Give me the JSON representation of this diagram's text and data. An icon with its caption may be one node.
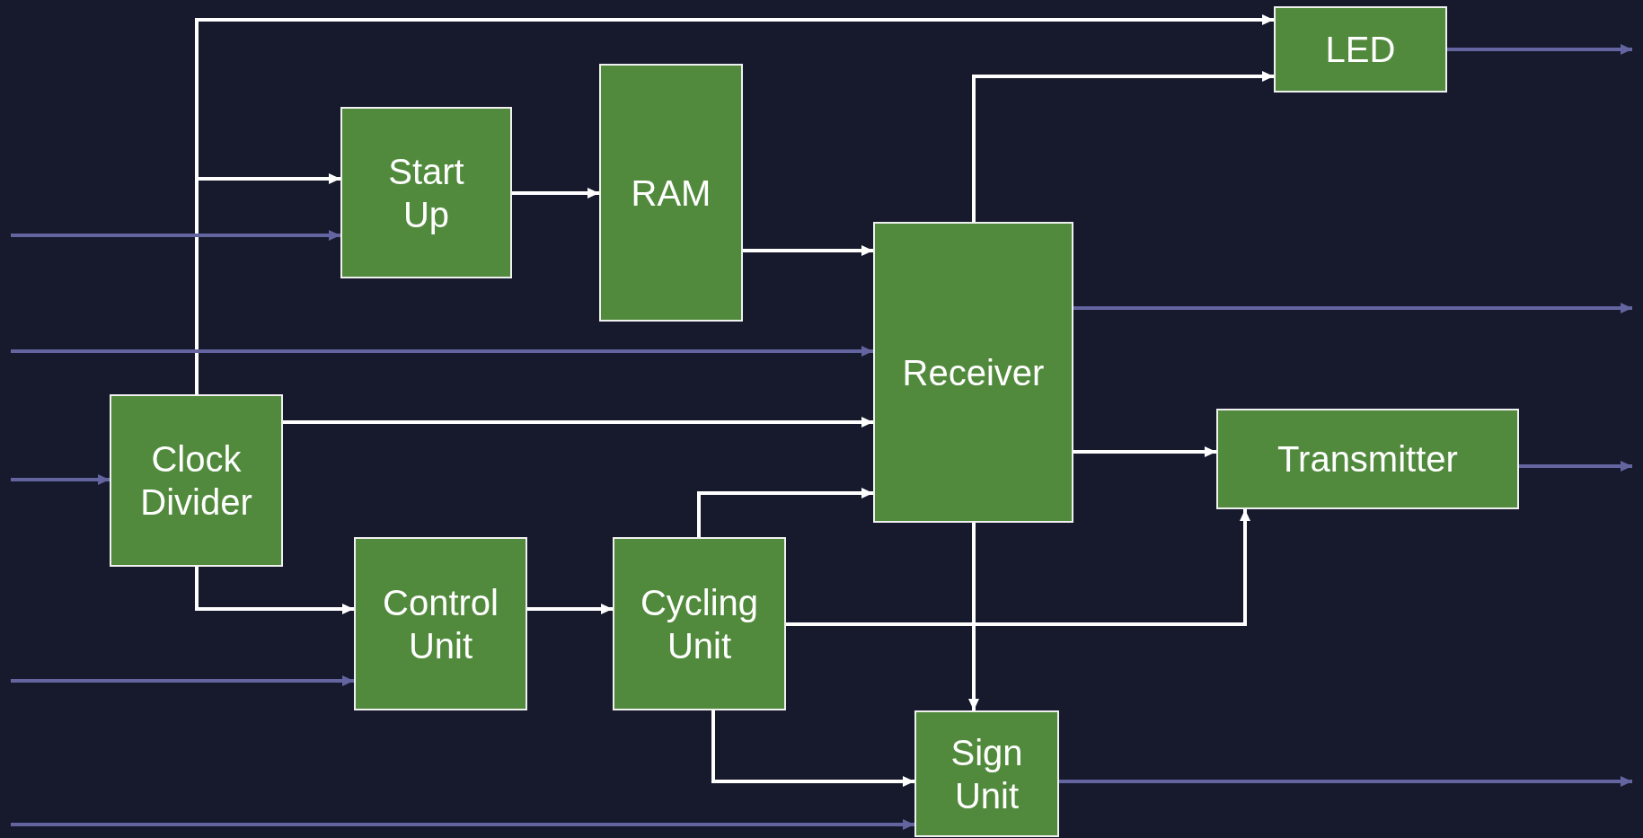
{
  "diagram": {
    "nodes": [
      {
        "text": [
          "LED"
        ]
      },
      {
        "text": [
          "Start Up"
        ]
      },
      {
        "text": [
          "RAM"
        ]
      },
      {
        "text": [
          "Receiver"
        ]
      },
      {
        "text": [
          "Clock Divider"
        ]
      },
      {
        "text": [
          "Transmitter"
        ]
      },
      {
        "text": [
          "Control Unit"
        ]
      },
      {
        "text": [
          "Cycling Unit"
        ]
      },
      {
        "text": [
          "Sign Unit"
        ]
      }
    ],
    "edges": [
      {
        "from": 4,
        "to": 0,
        "arrow": "to"
      },
      {
        "from": 4,
        "to": 1,
        "arrow": "to"
      },
      {
        "from": 4,
        "to": 3,
        "arrow": "to"
      },
      {
        "from": 4,
        "to": 6,
        "arrow": "to"
      },
      {
        "from": 1,
        "to": 2,
        "arrow": "to"
      },
      {
        "from": 2,
        "to": 3,
        "arrow": "to"
      },
      {
        "from": 3,
        "to": 0,
        "arrow": "to"
      },
      {
        "from": 6,
        "to": 7,
        "arrow": "to"
      },
      {
        "from": 7,
        "to": 3,
        "arrow": "to"
      },
      {
        "from": 3,
        "to": 5,
        "arrow": "to"
      },
      {
        "from": 7,
        "to": 5,
        "arrow": "to"
      },
      {
        "from": 3,
        "to": 8,
        "arrow": "to"
      },
      {
        "from": 7,
        "to": 8,
        "arrow": "to"
      },
      {
        "from": null,
        "to": 1,
        "arrow": "to",
        "color": "#6464a0"
      },
      {
        "from": null,
        "to": 3,
        "arrow": "to",
        "color": "#6464a0"
      },
      {
        "from": null,
        "to": 4,
        "arrow": "to",
        "color": "#6464a0"
      },
      {
        "from": null,
        "to": 6,
        "arrow": "to",
        "color": "#6464a0"
      },
      {
        "from": null,
        "to": 8,
        "arrow": "to",
        "color": "#6464a0"
      },
      {
        "from": 0,
        "to": null,
        "arrow": "to",
        "color": "#6464a0"
      },
      {
        "from": 3,
        "to": null,
        "arrow": "to",
        "color": "#6464a0"
      },
      {
        "from": 5,
        "to": null,
        "arrow": "to",
        "color": "#6464a0"
      },
      {
        "from": 8,
        "to": null,
        "arrow": "to",
        "color": "#6464a0"
      }
    ]
  }
}
